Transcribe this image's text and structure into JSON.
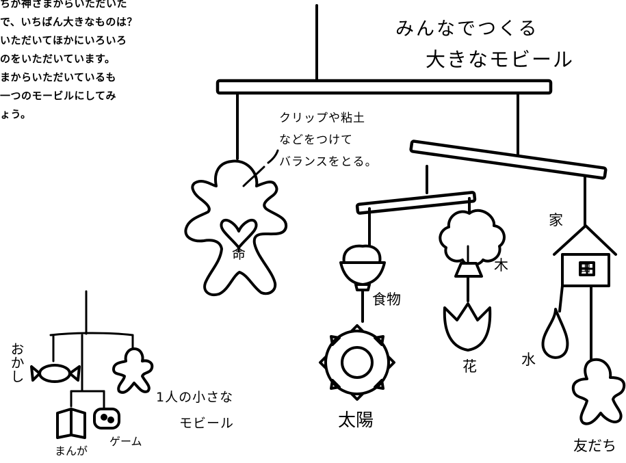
{
  "intro_lines": [
    "ちが神さまからいただいた",
    "で、いちばん大きなものは？",
    "いただいてほかにいろいろ",
    "のをいただいています。",
    "まからいただいているも",
    "一つのモービルにしてみ",
    "ょう。"
  ],
  "title": {
    "line1": "みんなでつくる",
    "line2": "大きなモビール"
  },
  "note": {
    "line1": "クリップや粘土",
    "line2": "などをつけて",
    "line3": "バランスをとる。"
  },
  "big_mobile_labels": {
    "heart_glyph": "命",
    "food": "食物",
    "sun": "太陽",
    "tree": "木",
    "flower": "花",
    "house": "家",
    "house_glyph": "田",
    "water": "水",
    "friends": "友だち"
  },
  "small_mobile": {
    "title_line1": "1人の小さな",
    "title_line2": "モビール",
    "snacks": "おかし",
    "manga": "まんが",
    "game": "ゲーム"
  }
}
